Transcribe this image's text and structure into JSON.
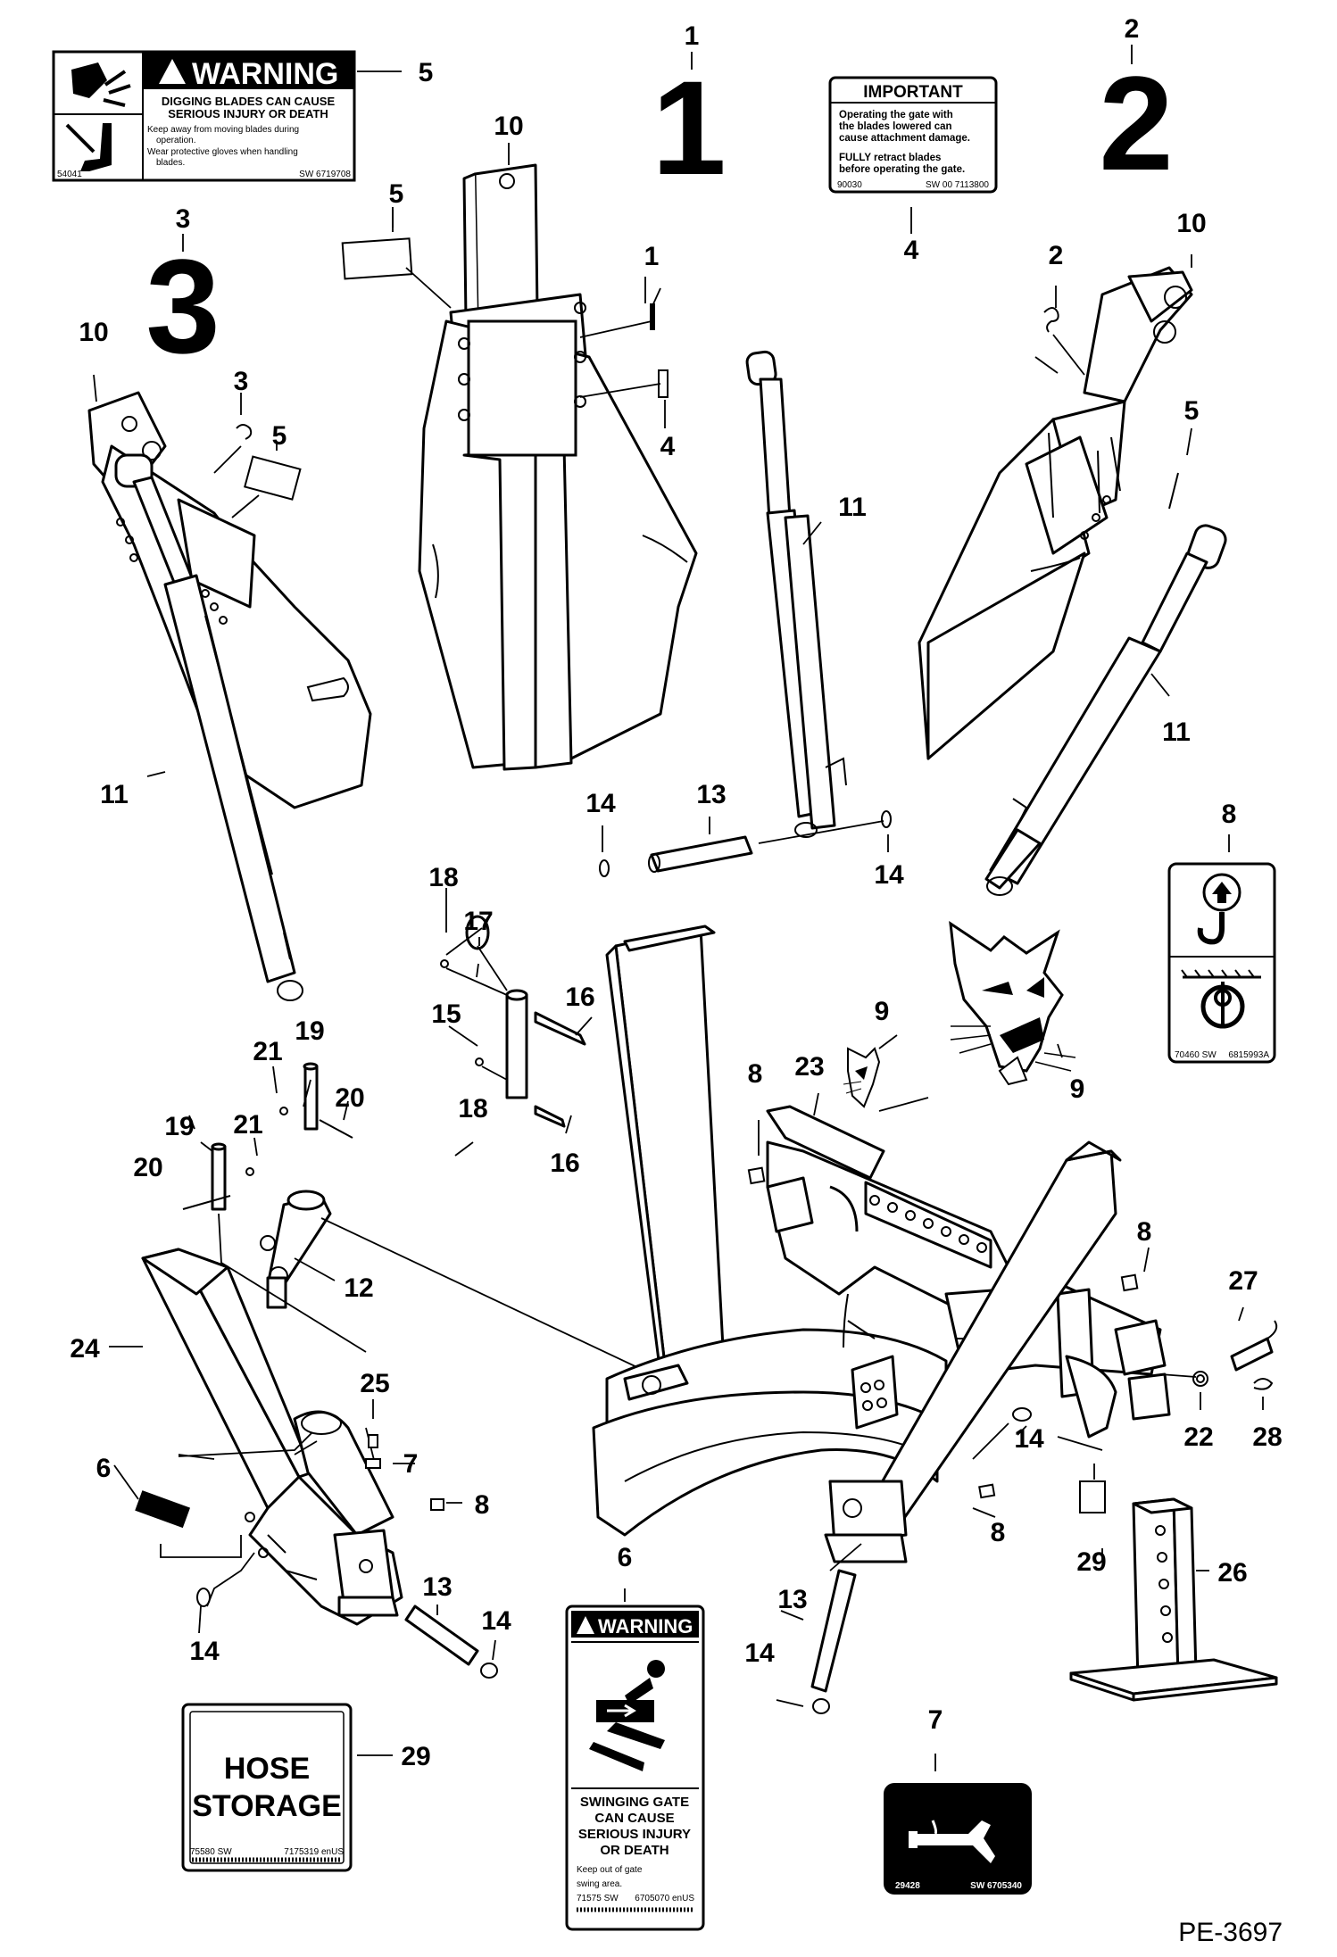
{
  "callouts": {
    "c1": "1",
    "c2": "2",
    "c3": "3",
    "c4": "4",
    "c5": "5",
    "c6": "6",
    "c7": "7",
    "c8": "8",
    "c9": "9",
    "c10": "10",
    "c11": "11",
    "c12": "12",
    "c13": "13",
    "c14": "14",
    "c15": "15",
    "c16": "16",
    "c17": "17",
    "c18": "18",
    "c19": "19",
    "c20": "20",
    "c21": "21",
    "c22": "22",
    "c23": "23",
    "c24": "24",
    "c25": "25",
    "c26": "26",
    "c27": "27",
    "c28": "28",
    "c29": "29"
  },
  "views": {
    "v1": "1",
    "v2": "2",
    "v3": "3"
  },
  "decal_warning_blades": {
    "header": "WARNING",
    "line1": "DIGGING BLADES CAN CAUSE",
    "line2": "SERIOUS INJURY OR DEATH",
    "bullet1a": "Keep away from moving blades during",
    "bullet1b": "operation.",
    "bullet2a": "Wear protective gloves when handling",
    "bullet2b": "blades.",
    "code_left": "54041",
    "code_right": "SW 6719708"
  },
  "decal_important": {
    "header": "IMPORTANT",
    "line1": "Operating the gate with",
    "line2": "the blades lowered can",
    "line3": "cause attachment damage.",
    "line4": "FULLY retract blades",
    "line5": "before operating the gate.",
    "code_left": "90030",
    "code_right": "SW 00 7113800"
  },
  "decal_lift": {
    "code_left": "70460 SW",
    "code_right": "6815993A"
  },
  "decal_hose": {
    "line1": "HOSE",
    "line2": "STORAGE",
    "code_left": "75580 SW",
    "code_right": "7175319 enUS"
  },
  "decal_warning_gate": {
    "header": "WARNING",
    "line1": "SWINGING GATE",
    "line2": "CAN CAUSE",
    "line3": "SERIOUS INJURY",
    "line4": "OR DEATH",
    "line5": "Keep out of gate",
    "line6": "swing area.",
    "code_left": "71575 SW",
    "code_right": "6705070 enUS"
  },
  "decal_grease": {
    "code_left": "29428",
    "code_right": "SW 6705340"
  },
  "figure_ref": "PE-3697"
}
